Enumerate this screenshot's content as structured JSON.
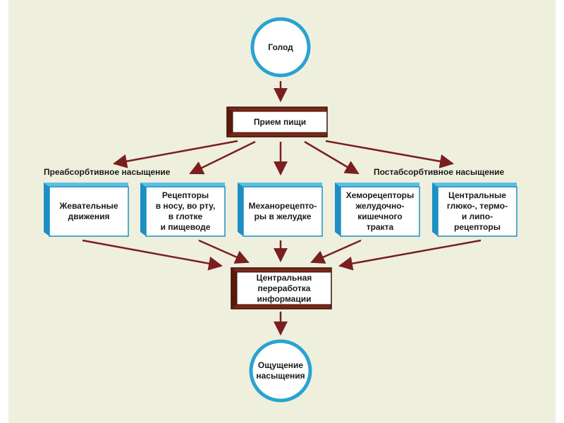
{
  "nodes": {
    "hunger": "Голод",
    "food_intake": "Прием пищи",
    "chewing": "Жевательные\nдвижения",
    "receptors_nose": "Рецепторы\nв носу, во рту,\nв глотке\nи пищеводе",
    "mechanoreceptors": "Механорецепто-\nры в желудке",
    "chemoreceptors": "Хеморецепторы\nжелудочно-\nкишечного\nтракта",
    "central_receptors": "Центральные\nглюко-, термо-\nи липо-\nрецепторы",
    "central_processing": "Центральная\nпереработка\nинформации",
    "satiety": "Ощущение\nнасыщения"
  },
  "labels": {
    "preabsorptive": "Преабсорбтивное насыщение",
    "postabsorptive": "Постабсорбтивное насыщение"
  },
  "colors": {
    "background": "#efefde",
    "circle_stroke": "#29a3d0",
    "blue_box_face": "#ffffff",
    "blue_box_side": "#1d8fc4",
    "blue_box_top": "#5bbfe3",
    "brown_box_face": "#ffffff",
    "brown_box_side": "#7a2818",
    "arrow": "#7a1f1f"
  }
}
